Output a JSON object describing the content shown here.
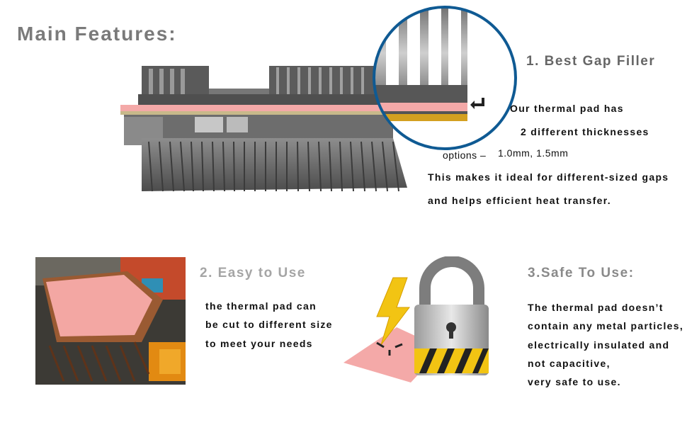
{
  "page_title": "Main Features:",
  "features": [
    {
      "heading": "1. Best Gap Filler",
      "lines": [
        "Our thermal pad has",
        "2 different thicknesses",
        "options –",
        "1.0mm, 1.5mm",
        "This makes it ideal for different-sized gaps",
        "and helps efficient heat transfer."
      ]
    },
    {
      "heading": "2. Easy to Use",
      "lines": [
        "the thermal pad can",
        "be cut to different size",
        "to meet  your needs"
      ]
    },
    {
      "heading": "3.Safe To Use:",
      "lines": [
        "The thermal pad doesn’t",
        "contain any metal particles,",
        "electrically insulated and",
        "not capacitive,",
        "very safe to use."
      ]
    }
  ],
  "colors": {
    "pad_pink": "#f4a9a8",
    "circle_blue": "#0f5a93",
    "heading_gray": "#8a8a8a",
    "bolt_yellow": "#f2c413"
  }
}
